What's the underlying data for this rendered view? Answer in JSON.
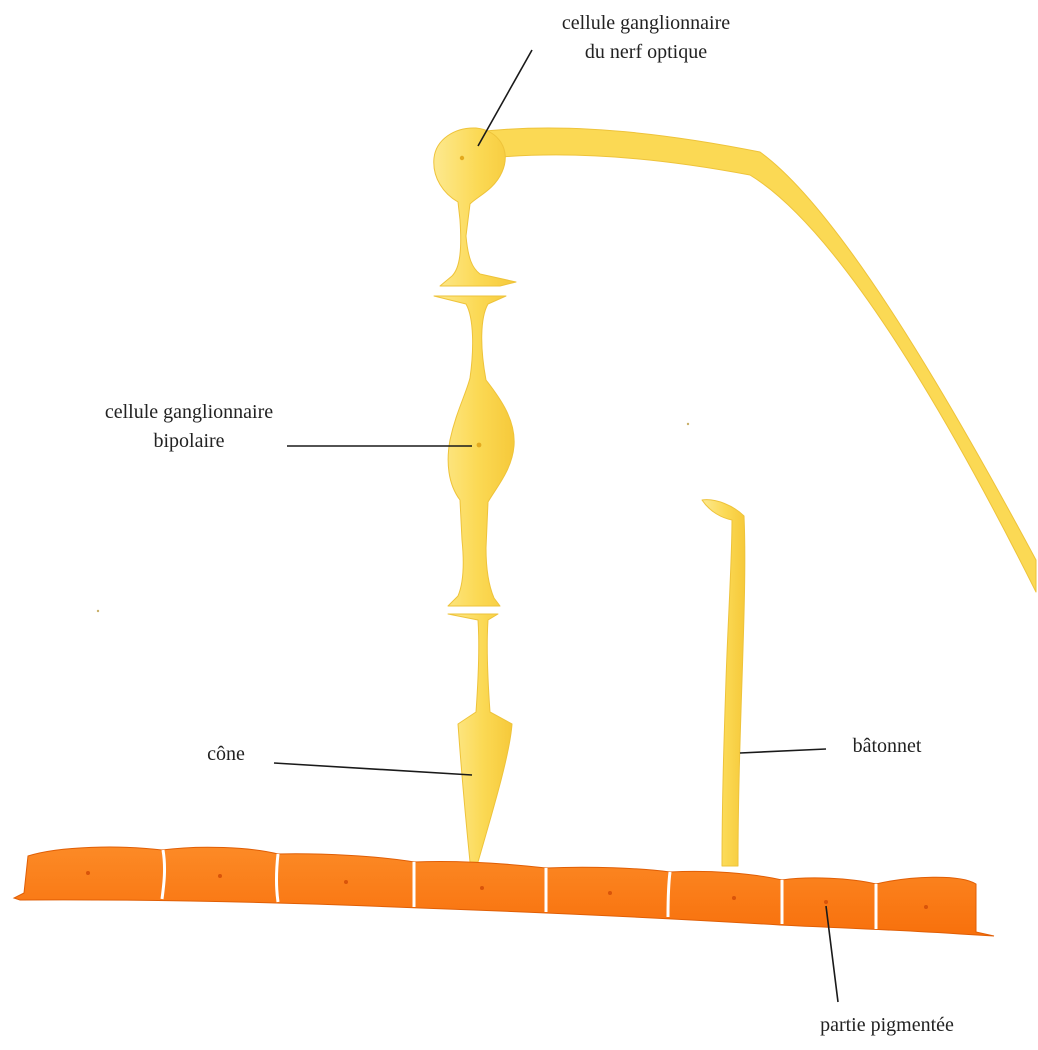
{
  "colors": {
    "neuron_fill": "#fbd954",
    "neuron_fill_light": "#fde98f",
    "neuron_stroke": "#eec33a",
    "pigment_fill": "#fb7a12",
    "pigment_edge": "#e05e05",
    "leader": "#1a1a1a",
    "text": "#222222",
    "background": "#ffffff"
  },
  "labels": {
    "optic_ganglion_line1": "cellule ganglionnaire",
    "optic_ganglion_line2": "du nerf optique",
    "bipolar_line1": "cellule ganglionnaire",
    "bipolar_line2": "bipolaire",
    "cone": "cône",
    "rod": "bâtonnet",
    "pigment": "partie pigmentée"
  },
  "icons": {
    "optic_ganglion": "optic-nerve-ganglion-cell",
    "bipolar": "bipolar-cell",
    "cone": "cone-photoreceptor",
    "rod": "rod-photoreceptor",
    "pigment": "pigment-epithelium"
  }
}
